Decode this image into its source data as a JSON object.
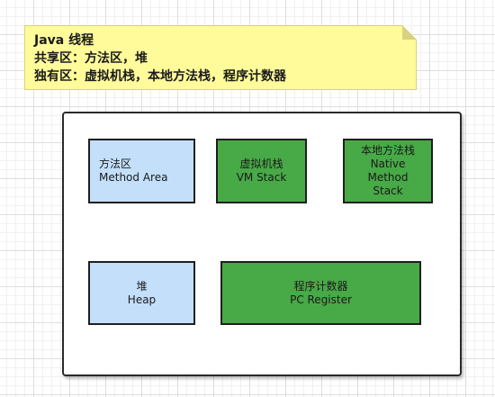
{
  "note": {
    "lines": [
      "Java 线程",
      "共享区：方法区，堆",
      "独有区：虚拟机栈，本地方法栈，程序计数器"
    ]
  },
  "diagram": {
    "boxes": {
      "method_area": {
        "lines": [
          "方法区",
          "Method Area"
        ],
        "fill": "#c3dffa"
      },
      "vm_stack": {
        "lines": [
          "虚拟机栈",
          "VM Stack"
        ],
        "fill": "#48a947"
      },
      "native_method_stack": {
        "lines": [
          "本地方法栈",
          "Native",
          "Method",
          "Stack"
        ],
        "fill": "#48a947"
      },
      "heap": {
        "lines": [
          "堆",
          "Heap"
        ],
        "fill": "#c3dffa"
      },
      "pc_register": {
        "lines": [
          "程序计数器",
          "PC Register"
        ],
        "fill": "#48a947"
      }
    }
  }
}
